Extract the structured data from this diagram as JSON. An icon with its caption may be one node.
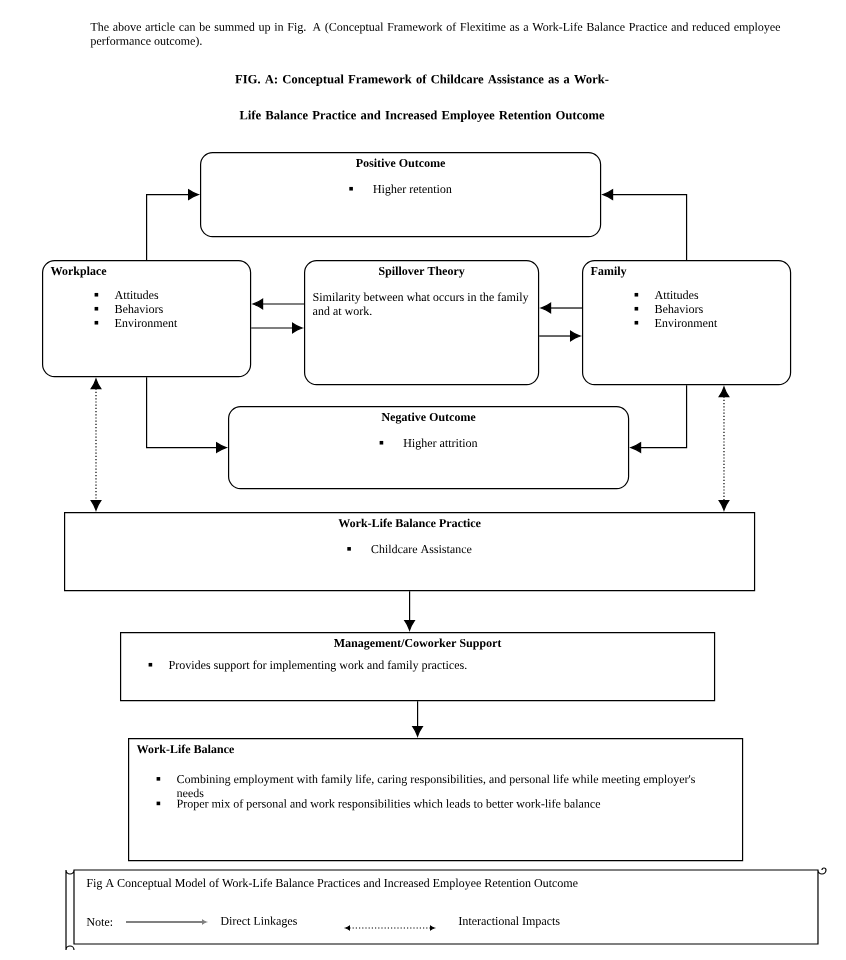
{
  "diagram": {
    "title": "FIG. A: Conceptual Framework of Childcare Assistance as a Work-Life Balance Practice and Increased Employee Retention Outcome",
    "caption": "Fig A Conceptual Model of Work-Life Balance Practices and Increased Employee Retention Outcome",
    "nodes": [
      {
        "text": [
          "Positive Outcome",
          "Higher retention"
        ]
      },
      {
        "text": [
          "Workplace",
          "Attitudes",
          "Behaviors",
          "Environment"
        ]
      },
      {
        "text": [
          "Spillover Theory",
          "Similarity between what occurs in the family and at work."
        ]
      },
      {
        "text": [
          "Family",
          "Attitudes",
          "Behaviors",
          "Environment"
        ]
      },
      {
        "text": [
          "Negative Outcome",
          "Higher attrition"
        ]
      },
      {
        "text": [
          "Work-Life Balance Practice",
          "Childcare Assistance"
        ]
      },
      {
        "text": [
          "Management/Coworker Support",
          "Provides support for implementing work and family practices."
        ]
      },
      {
        "text": [
          "Work-Life Balance",
          "Combining employment with family life, caring responsibilities, and personal life while meeting employer's needs",
          "Proper mix of personal and work responsibilities which leads to better work-life balance"
        ]
      }
    ],
    "edges": [
      {
        "from": 1,
        "to": 0,
        "arrow": "to"
      },
      {
        "from": 3,
        "to": 0,
        "arrow": "to"
      },
      {
        "from": 2,
        "to": 1,
        "arrow": "to"
      },
      {
        "from": 1,
        "to": 2,
        "arrow": "to"
      },
      {
        "from": 3,
        "to": 2,
        "arrow": "to"
      },
      {
        "from": 2,
        "to": 3,
        "arrow": "to"
      },
      {
        "from": 1,
        "to": 4,
        "arrow": "to"
      },
      {
        "from": 3,
        "to": 4,
        "arrow": "to"
      },
      {
        "from": 1,
        "to": 5,
        "arrow": "both",
        "style": "dashed"
      },
      {
        "from": 3,
        "to": 5,
        "arrow": "both",
        "style": "dashed"
      },
      {
        "from": 5,
        "to": 6,
        "arrow": "to"
      },
      {
        "from": 6,
        "to": 7,
        "arrow": "to"
      }
    ],
    "labels": [
      "The above article can be summed up in Fig. A (Conceptual Framework of Flexitime as a Work-Life Balance Practice and reduced employee performance outcome).",
      "Note:"
    ],
    "legend": [
      {
        "text": "Direct Linkages"
      },
      {
        "text": "Interactional Impacts"
      }
    ]
  }
}
